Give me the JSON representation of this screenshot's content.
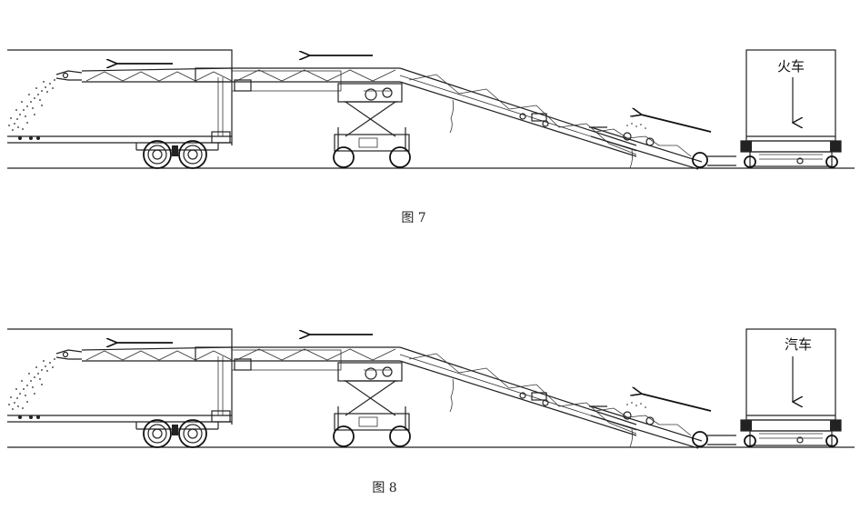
{
  "figures": [
    {
      "caption": "图 7",
      "vehicle_label": "火车"
    },
    {
      "caption": "图 8",
      "vehicle_label": "汽车"
    }
  ],
  "colors": {
    "ink": "#222222",
    "background": "#ffffff"
  }
}
